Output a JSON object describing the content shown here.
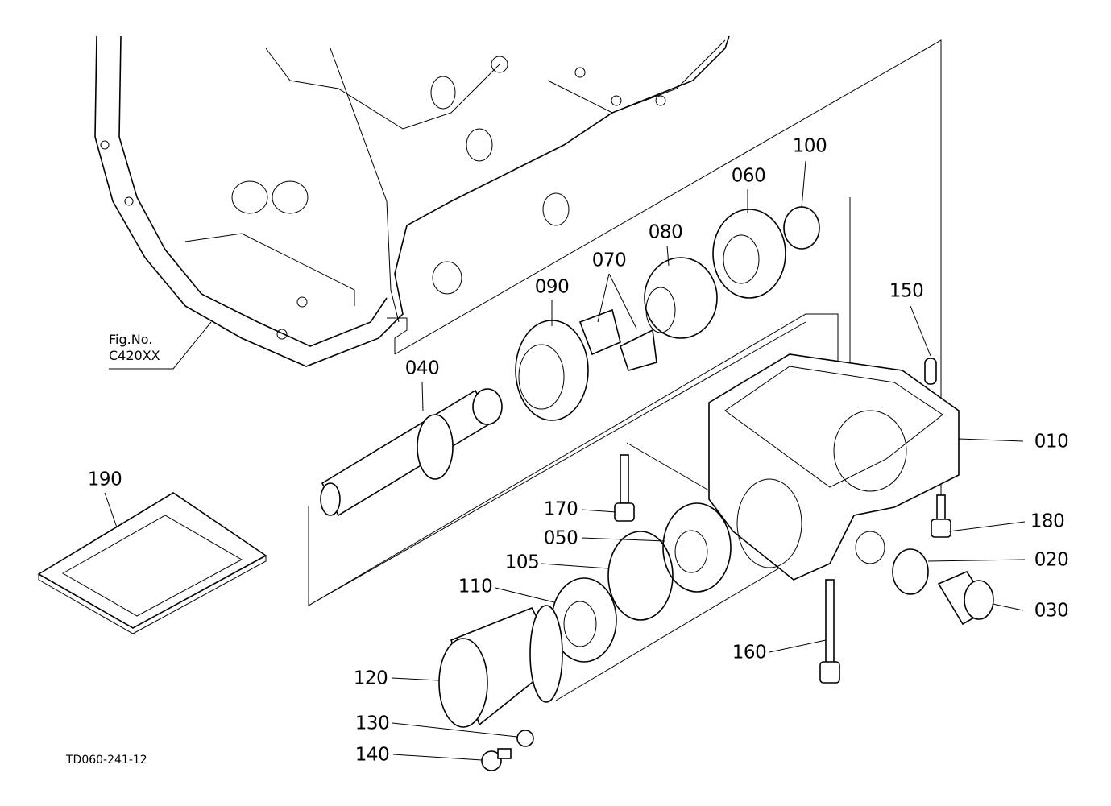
{
  "diagram": {
    "figure_reference": {
      "line1": "Fig.No.",
      "line2": "C420XX"
    },
    "drawing_code": "TD060-241-12",
    "part_labels": {
      "p010": "010",
      "p020": "020",
      "p030": "030",
      "p040": "040",
      "p050": "050",
      "p060": "060",
      "p070": "070",
      "p080": "080",
      "p090": "090",
      "p100": "100",
      "p105": "105",
      "p110": "110",
      "p120": "120",
      "p130": "130",
      "p140": "140",
      "p150": "150",
      "p160": "160",
      "p170": "170",
      "p180": "180",
      "p190": "190"
    }
  }
}
